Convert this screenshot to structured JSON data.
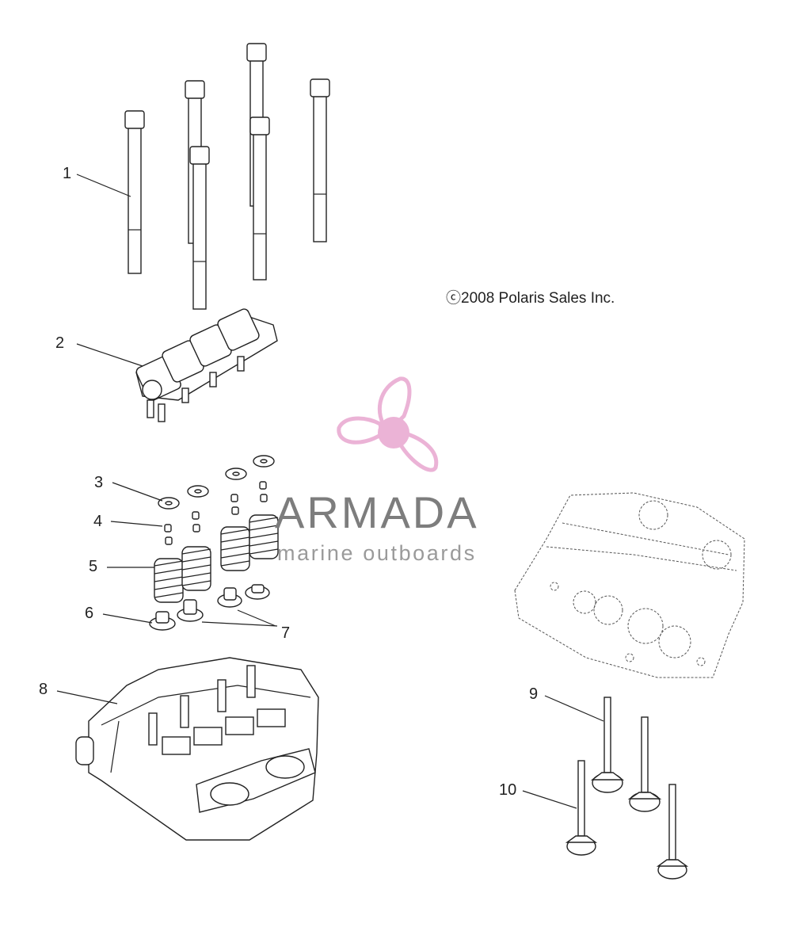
{
  "copyright": "ⓒ2008 Polaris Sales Inc.",
  "watermark": {
    "brand": "ARMADA",
    "tagline": "marine outboards",
    "logo_icon": "propeller-logo-icon",
    "logo_color": "#e8a6cf"
  },
  "callouts": [
    {
      "id": 1,
      "text": "1"
    },
    {
      "id": 2,
      "text": "2"
    },
    {
      "id": 3,
      "text": "3"
    },
    {
      "id": 4,
      "text": "4"
    },
    {
      "id": 5,
      "text": "5"
    },
    {
      "id": 6,
      "text": "6"
    },
    {
      "id": 7,
      "text": "7"
    },
    {
      "id": 8,
      "text": "8"
    },
    {
      "id": 9,
      "text": "9"
    },
    {
      "id": 10,
      "text": "10"
    }
  ]
}
